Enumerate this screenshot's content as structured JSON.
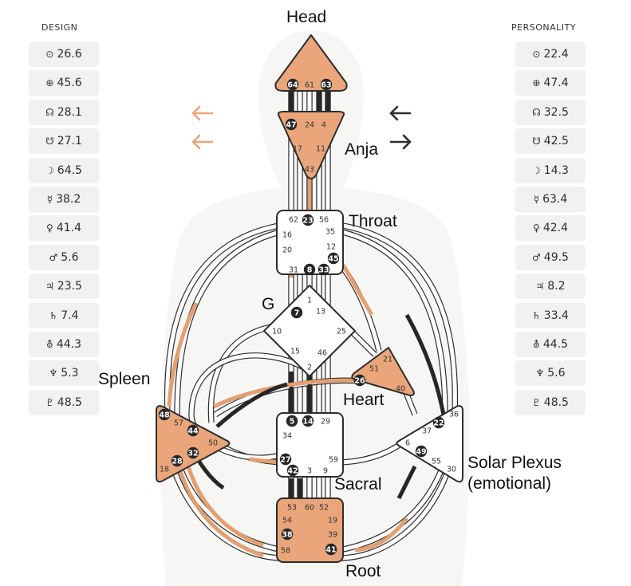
{
  "design": {
    "title": "DESIGN",
    "rows": [
      {
        "icon": "sun-icon",
        "symbol": "⊙",
        "value": "26.6"
      },
      {
        "icon": "earth-icon",
        "symbol": "⊕",
        "value": "45.6"
      },
      {
        "icon": "north-node-icon",
        "symbol": "☊",
        "value": "28.1"
      },
      {
        "icon": "south-node-icon",
        "symbol": "☋",
        "value": "27.1"
      },
      {
        "icon": "moon-icon",
        "symbol": "☽",
        "value": "64.5"
      },
      {
        "icon": "mercury-icon",
        "symbol": "☿",
        "value": "38.2"
      },
      {
        "icon": "venus-icon",
        "symbol": "♀",
        "value": "41.4"
      },
      {
        "icon": "mars-icon",
        "symbol": "♂",
        "value": "5.6"
      },
      {
        "icon": "jupiter-icon",
        "symbol": "♃",
        "value": "23.5"
      },
      {
        "icon": "saturn-icon",
        "symbol": "♄",
        "value": "7.4"
      },
      {
        "icon": "uranus-icon",
        "symbol": "⛢",
        "value": "44.3"
      },
      {
        "icon": "neptune-icon",
        "symbol": "♆",
        "value": "5.3"
      },
      {
        "icon": "pluto-icon",
        "symbol": "♇",
        "value": "48.5"
      }
    ]
  },
  "personality": {
    "title": "PERSONALITY",
    "rows": [
      {
        "icon": "sun-icon",
        "symbol": "⊙",
        "value": "22.4"
      },
      {
        "icon": "earth-icon",
        "symbol": "⊕",
        "value": "47.4"
      },
      {
        "icon": "north-node-icon",
        "symbol": "☊",
        "value": "32.5"
      },
      {
        "icon": "south-node-icon",
        "symbol": "☋",
        "value": "42.5"
      },
      {
        "icon": "moon-icon",
        "symbol": "☽",
        "value": "14.3"
      },
      {
        "icon": "mercury-icon",
        "symbol": "☿",
        "value": "63.4"
      },
      {
        "icon": "venus-icon",
        "symbol": "♀",
        "value": "42.4"
      },
      {
        "icon": "mars-icon",
        "symbol": "♂",
        "value": "49.5"
      },
      {
        "icon": "jupiter-icon",
        "symbol": "♃",
        "value": "8.2"
      },
      {
        "icon": "saturn-icon",
        "symbol": "♄",
        "value": "33.4"
      },
      {
        "icon": "uranus-icon",
        "symbol": "⛢",
        "value": "44.5"
      },
      {
        "icon": "neptune-icon",
        "symbol": "♆",
        "value": "5.6"
      },
      {
        "icon": "pluto-icon",
        "symbol": "♇",
        "value": "48.5"
      }
    ]
  },
  "labels": {
    "head": "Head",
    "anja": "Anja",
    "throat": "Throat",
    "g": "G",
    "spleen": "Spleen",
    "heart": "Heart",
    "sacral": "Sacral",
    "solar_plexus": "Solar Plexus",
    "solar_plexus_sub": "(emotional)",
    "root": "Root"
  },
  "colors": {
    "defined_center": "#eaa67a",
    "undefined_center": "#ffffff",
    "design_activation": "#e2a072",
    "personality_activation": "#262626",
    "silhouette": "#eeeeec",
    "outline": "#2d2d2d",
    "design_arrow": "#eaa67a",
    "personality_arrow": "#2d2d2d"
  },
  "arrows": {
    "design": [
      "left",
      "left"
    ],
    "personality": [
      "left",
      "right"
    ]
  },
  "gates": {
    "head": [
      {
        "n": "64",
        "active": true
      },
      {
        "n": "61",
        "active": false
      },
      {
        "n": "63",
        "active": true
      }
    ],
    "anja": [
      {
        "n": "47",
        "active": true
      },
      {
        "n": "24",
        "active": false
      },
      {
        "n": "4",
        "active": false
      },
      {
        "n": "17",
        "active": false
      },
      {
        "n": "11",
        "active": false
      },
      {
        "n": "43",
        "active": false
      }
    ],
    "throat": [
      {
        "n": "62",
        "active": false
      },
      {
        "n": "23",
        "active": true
      },
      {
        "n": "56",
        "active": false
      },
      {
        "n": "16",
        "active": false
      },
      {
        "n": "35",
        "active": false
      },
      {
        "n": "12",
        "active": false
      },
      {
        "n": "20",
        "active": false
      },
      {
        "n": "45",
        "active": true
      },
      {
        "n": "31",
        "active": false
      },
      {
        "n": "8",
        "active": true
      },
      {
        "n": "33",
        "active": true
      }
    ],
    "g": [
      {
        "n": "7",
        "active": true
      },
      {
        "n": "1",
        "active": false
      },
      {
        "n": "13",
        "active": false
      },
      {
        "n": "10",
        "active": false
      },
      {
        "n": "25",
        "active": false
      },
      {
        "n": "15",
        "active": false
      },
      {
        "n": "46",
        "active": false
      },
      {
        "n": "2",
        "active": false
      }
    ],
    "heart": [
      {
        "n": "21",
        "active": false
      },
      {
        "n": "51",
        "active": false
      },
      {
        "n": "26",
        "active": true
      },
      {
        "n": "40",
        "active": false
      }
    ],
    "spleen": [
      {
        "n": "48",
        "active": true
      },
      {
        "n": "57",
        "active": false
      },
      {
        "n": "44",
        "active": true
      },
      {
        "n": "50",
        "active": false
      },
      {
        "n": "32",
        "active": true
      },
      {
        "n": "28",
        "active": true
      },
      {
        "n": "18",
        "active": false
      }
    ],
    "sacral": [
      {
        "n": "5",
        "active": true
      },
      {
        "n": "14",
        "active": true
      },
      {
        "n": "29",
        "active": false
      },
      {
        "n": "34",
        "active": false
      },
      {
        "n": "27",
        "active": true
      },
      {
        "n": "59",
        "active": false
      },
      {
        "n": "42",
        "active": true
      },
      {
        "n": "3",
        "active": false
      },
      {
        "n": "9",
        "active": false
      }
    ],
    "solar_plexus": [
      {
        "n": "36",
        "active": false
      },
      {
        "n": "22",
        "active": true
      },
      {
        "n": "37",
        "active": false
      },
      {
        "n": "6",
        "active": false
      },
      {
        "n": "49",
        "active": true
      },
      {
        "n": "55",
        "active": false
      },
      {
        "n": "30",
        "active": false
      }
    ],
    "root": [
      {
        "n": "53",
        "active": false
      },
      {
        "n": "60",
        "active": false
      },
      {
        "n": "52",
        "active": false
      },
      {
        "n": "54",
        "active": false
      },
      {
        "n": "19",
        "active": false
      },
      {
        "n": "38",
        "active": true
      },
      {
        "n": "39",
        "active": false
      },
      {
        "n": "58",
        "active": false
      },
      {
        "n": "41",
        "active": true
      }
    ]
  }
}
